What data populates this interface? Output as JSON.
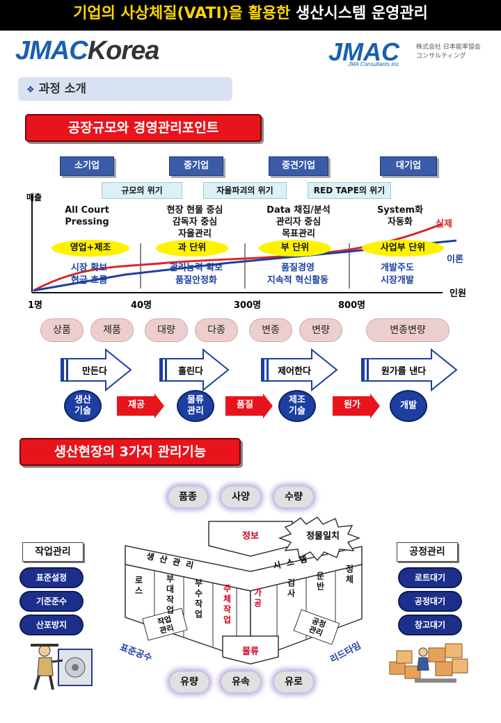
{
  "header": {
    "title_part1": "기업의 사상체질(VATI)을 활용한",
    "title_part2": "생산시스템 운영관리"
  },
  "logos": {
    "left_main": "JMAC",
    "left_sub": "Korea",
    "right_main": "JMAC",
    "right_sub": "JMA Consultants Inc",
    "jp_line1": "株式会社 日本能率協会",
    "jp_line2": "コンサルティング"
  },
  "section": {
    "bullet": "❖",
    "title": "과정 소개"
  },
  "banner1": "공장규모와 경영관리포인트",
  "banner2": "생산현장의 3가지 관리기능",
  "chart": {
    "company_types": [
      "소기업",
      "중기업",
      "중견기업",
      "대기업"
    ],
    "crises": [
      "규모의 위기",
      "자율파괴의 위기",
      "RED TAPE의 위기"
    ],
    "y_label": "매출",
    "x_label": "인원",
    "x_ticks": [
      "1명",
      "40명",
      "300명",
      "800명"
    ],
    "stage_text": [
      [
        "All Court",
        "Pressing"
      ],
      [
        "현장 현물 중심",
        "감독자 중심",
        "자율관리"
      ],
      [
        "Data 채집/분석",
        "관리자 중심",
        "목표관리"
      ],
      [
        "System화",
        "자동화"
      ]
    ],
    "units": [
      "영업+제조",
      "과 단위",
      "부 단위",
      "사업부 단위"
    ],
    "focus": [
      [
        "시장 확보",
        "현금 흐름"
      ],
      [
        "관리능력 확보",
        "품질안정화"
      ],
      [
        "품질경영",
        "지속적 혁신활동"
      ],
      [
        "개발주도",
        "시장개발"
      ]
    ],
    "legend_actual": "실제",
    "legend_theory": "이론",
    "colors": {
      "actual": "#d9252b",
      "theory": "#1c3fa0"
    }
  },
  "bubbles": [
    "상품",
    "제품",
    "대량",
    "다종",
    "변종",
    "변량",
    "변종변량"
  ],
  "arrows": [
    "만든다",
    "흘린다",
    "제어한다",
    "원가를 낸다"
  ],
  "circles": [
    [
      "생산",
      "기술"
    ],
    [
      "물류",
      "관리"
    ],
    [
      "제조",
      "기술"
    ],
    [
      "개발"
    ]
  ],
  "red_arrows": [
    "재공",
    "품질",
    "원가"
  ],
  "diagram": {
    "top_pills": [
      "품종",
      "사양",
      "수량"
    ],
    "bottom_pills": [
      "유량",
      "유속",
      "유로"
    ],
    "info": "정보",
    "burst": "정물일치",
    "roof_left": "생 산 관 리",
    "roof_right": "시 스 템",
    "cols_left": [
      "로스",
      "부대작업",
      "부수작업"
    ],
    "cols_mid": [
      "주체작업",
      "가공"
    ],
    "cols_right": [
      "검사",
      "운반",
      "정체"
    ],
    "logistics": "물류",
    "work_mgmt": [
      "작업",
      "관리"
    ],
    "proc_mgmt": [
      "공정",
      "관리"
    ],
    "std_label": "표준공수",
    "lead_label": "리드타임",
    "left_title": "작업관리",
    "left_items": [
      "표준설정",
      "기준준수",
      "산포방지"
    ],
    "right_title": "공정관리",
    "right_items": [
      "로트대기",
      "공정대기",
      "창고대기"
    ]
  }
}
